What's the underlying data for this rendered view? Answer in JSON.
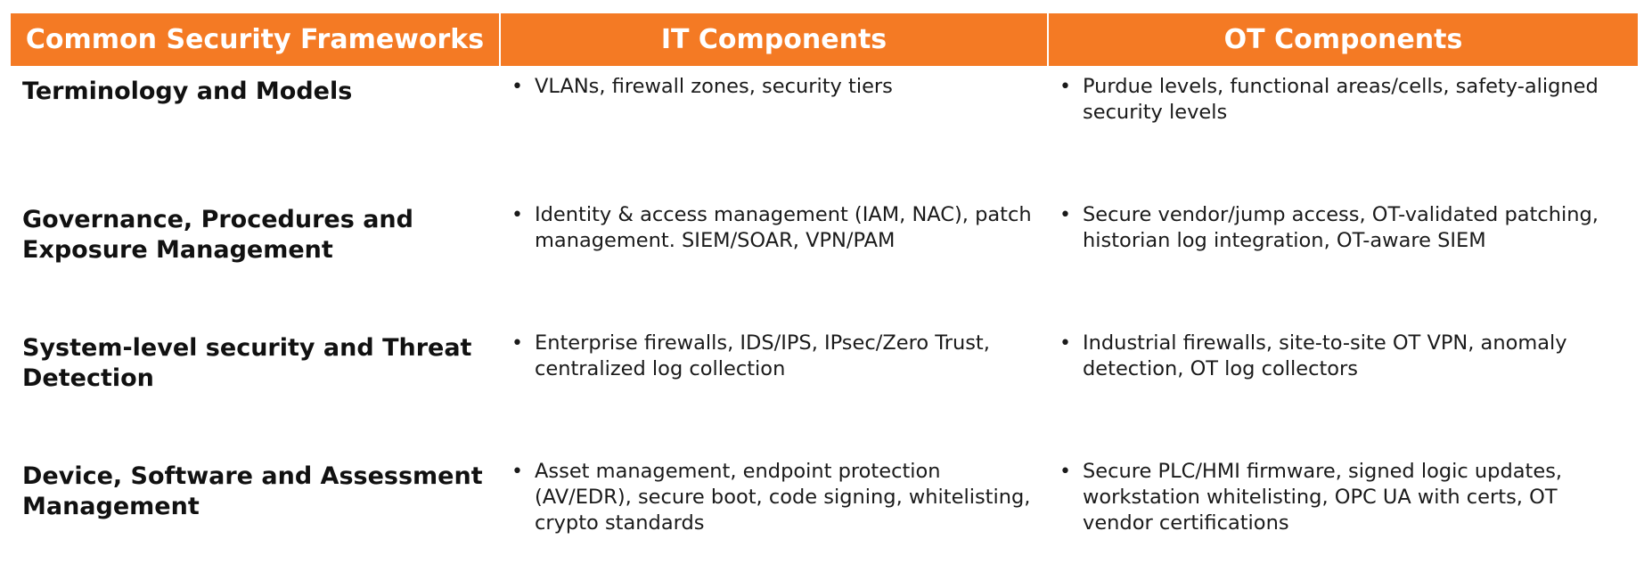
{
  "table": {
    "headers": [
      "Common Security Frameworks",
      "IT Components",
      "OT Components"
    ],
    "rows": [
      {
        "framework": "Terminology and Models",
        "it": "VLANs, firewall zones, security tiers",
        "ot": "Purdue levels, functional areas/cells, safety-aligned security levels"
      },
      {
        "framework": "Governance, Procedures and Exposure Management",
        "it": "Identity & access management (IAM, NAC), patch management. SIEM/SOAR, VPN/PAM",
        "ot": "Secure vendor/jump access, OT-validated patching, historian log integration, OT-aware SIEM"
      },
      {
        "framework": "System-level security and Threat Detection",
        "it": "Enterprise firewalls, IDS/IPS, IPsec/Zero Trust, centralized log collection",
        "ot": "Industrial firewalls, site-to-site OT VPN, anomaly detection, OT log collectors"
      },
      {
        "framework": "Device, Software and Assessment Management",
        "it": "Asset management, endpoint protection (AV/EDR), secure boot, code signing, whitelisting, crypto standards",
        "ot": "Secure PLC/HMI firmware, signed logic updates, workstation whitelisting, OPC UA with certs, OT vendor certifications"
      }
    ],
    "bullet_glyph": "•",
    "colors": {
      "header_background": "#f47a24",
      "header_text": "#ffffff",
      "body_text": "#111111"
    }
  }
}
